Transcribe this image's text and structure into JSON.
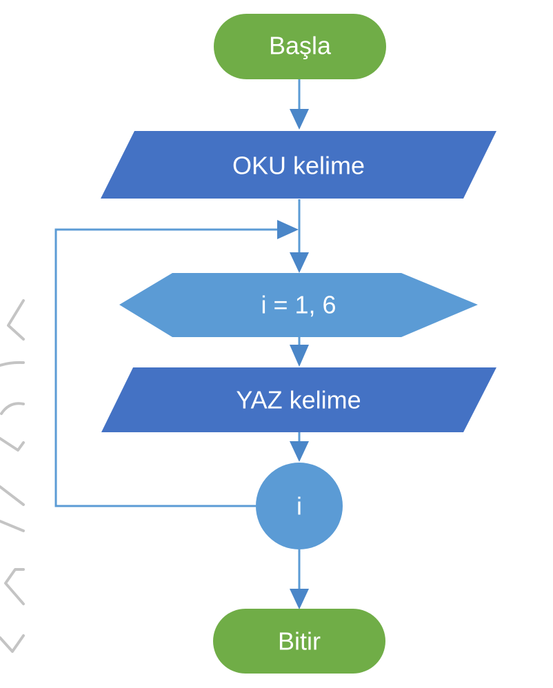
{
  "diagram": {
    "type": "flowchart",
    "colors": {
      "terminator": "#70ad47",
      "io": "#4472c4",
      "loop": "#5b9bd5",
      "connector": "#5b9bd5",
      "edge": "#5b9bd5",
      "text": "#ffffff",
      "decoration": "#c4c4c4"
    },
    "nodes": [
      {
        "id": "start",
        "shape": "terminator",
        "label": "Başla"
      },
      {
        "id": "read",
        "shape": "parallelogram",
        "label": "OKU kelime"
      },
      {
        "id": "loop",
        "shape": "hexagon",
        "label": "i = 1, 6"
      },
      {
        "id": "write",
        "shape": "parallelogram",
        "label": "YAZ kelime"
      },
      {
        "id": "loop-end",
        "shape": "circle",
        "label": "i"
      },
      {
        "id": "end",
        "shape": "terminator",
        "label": "Bitir"
      }
    ],
    "edges": [
      {
        "from": "start",
        "to": "read"
      },
      {
        "from": "read",
        "to": "loop"
      },
      {
        "from": "loop",
        "to": "write"
      },
      {
        "from": "write",
        "to": "loop-end"
      },
      {
        "from": "loop-end",
        "to": "loop",
        "kind": "loop-back"
      },
      {
        "from": "loop-end",
        "to": "end"
      }
    ]
  }
}
